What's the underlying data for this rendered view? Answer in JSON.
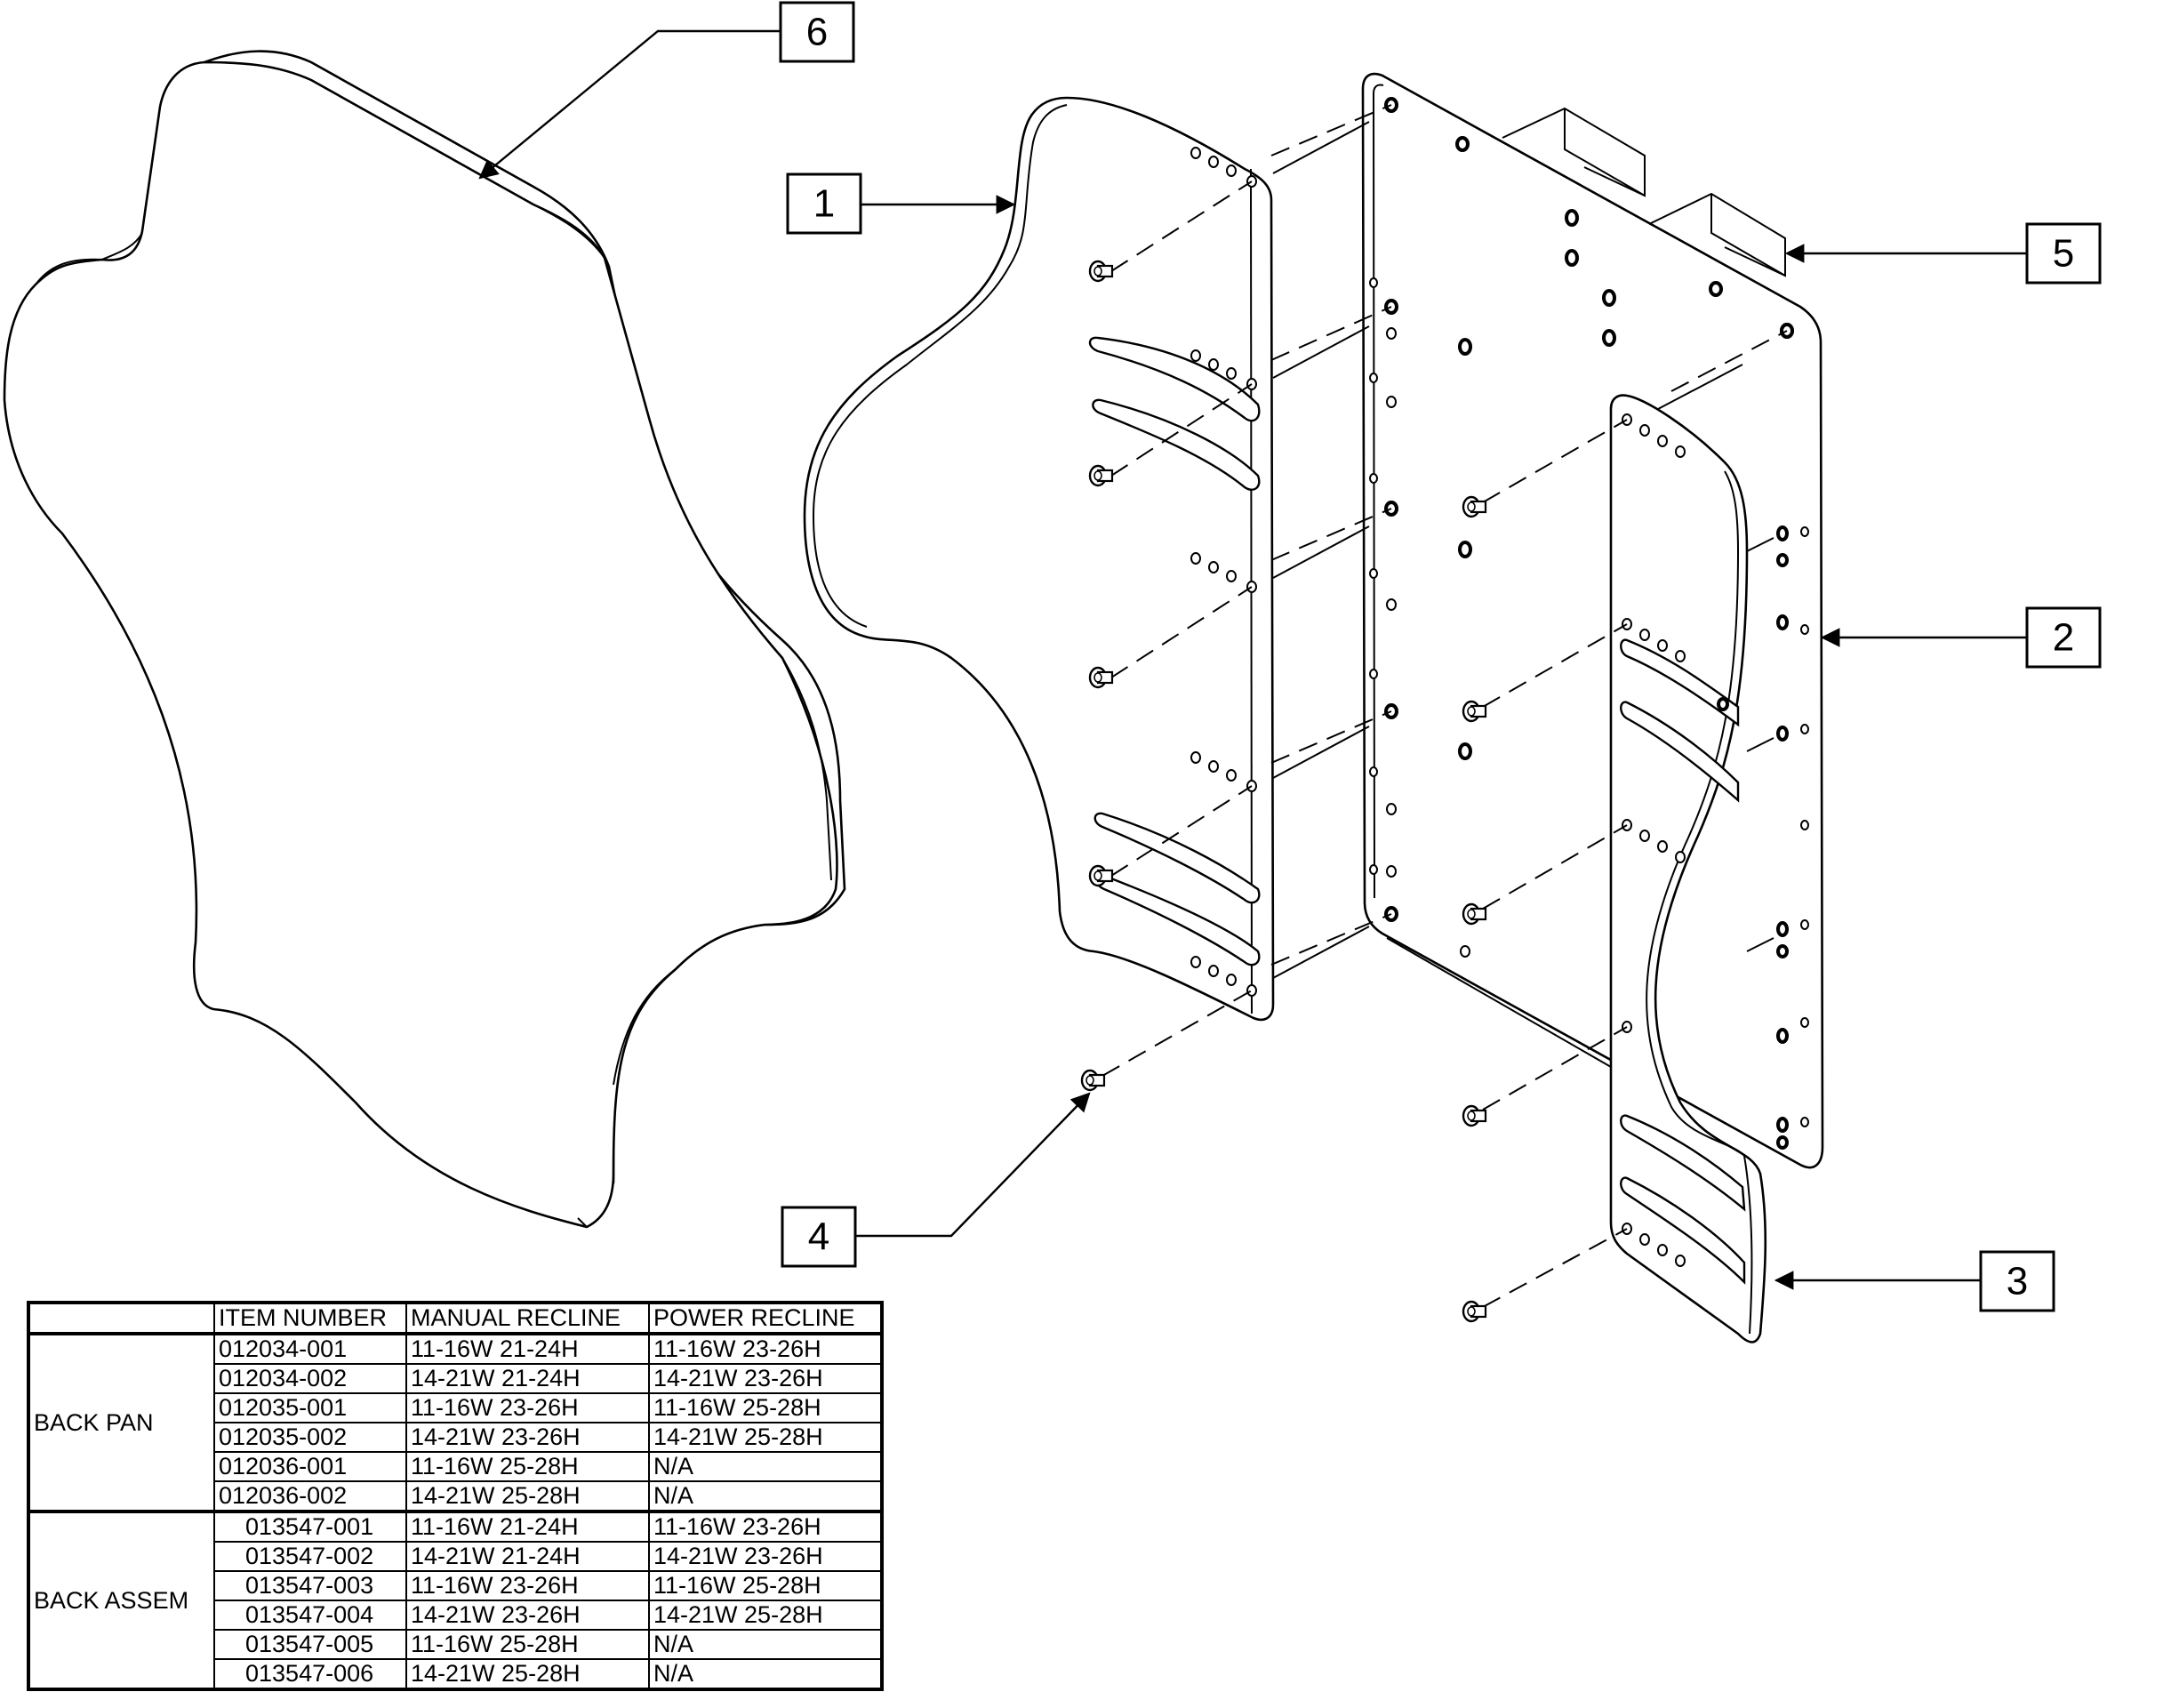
{
  "callouts": [
    {
      "id": "1",
      "label": "1"
    },
    {
      "id": "2",
      "label": "2"
    },
    {
      "id": "3",
      "label": "3"
    },
    {
      "id": "4",
      "label": "4"
    },
    {
      "id": "5",
      "label": "5"
    },
    {
      "id": "6",
      "label": "6"
    }
  ],
  "table": {
    "headers": [
      "",
      "ITEM NUMBER",
      "MANUAL RECLINE",
      "POWER RECLINE"
    ],
    "groups": [
      {
        "name": "BACK PAN",
        "rows": [
          [
            "012034-001",
            "11-16W 21-24H",
            "11-16W 23-26H"
          ],
          [
            "012034-002",
            "14-21W 21-24H",
            "14-21W 23-26H"
          ],
          [
            "012035-001",
            "11-16W 23-26H",
            "11-16W 25-28H"
          ],
          [
            "012035-002",
            "14-21W 23-26H",
            "14-21W 25-28H"
          ],
          [
            "012036-001",
            "11-16W 25-28H",
            "N/A"
          ],
          [
            "012036-002",
            "14-21W 25-28H",
            "N/A"
          ]
        ]
      },
      {
        "name": "BACK ASSEM",
        "rows": [
          [
            "013547-001",
            "11-16W 21-24H",
            "11-16W 23-26H"
          ],
          [
            "013547-002",
            "14-21W 21-24H",
            "14-21W 23-26H"
          ],
          [
            "013547-003",
            "11-16W 23-26H",
            "11-16W 25-28H"
          ],
          [
            "013547-004",
            "14-21W 23-26H",
            "14-21W 25-28H"
          ],
          [
            "013547-005",
            "11-16W 25-28H",
            "N/A"
          ],
          [
            "013547-006",
            "14-21W 25-28H",
            "N/A"
          ]
        ]
      }
    ]
  }
}
